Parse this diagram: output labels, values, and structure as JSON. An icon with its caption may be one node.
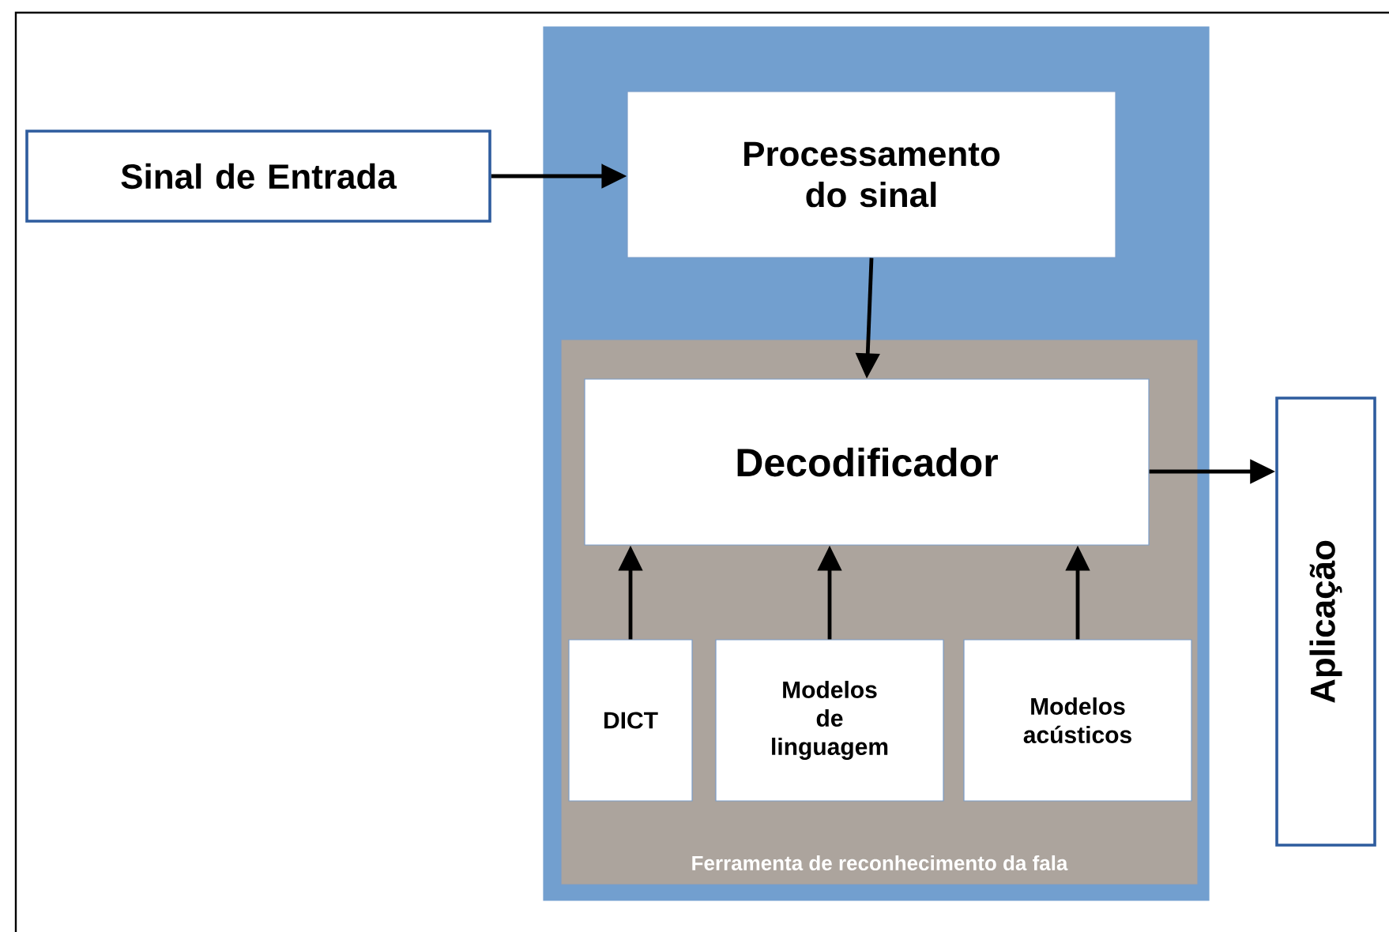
{
  "diagram": {
    "nodes": [
      {
        "text": [
          "Sinal de Entrada"
        ]
      },
      {
        "text": [],
        "shape": "box"
      },
      {
        "text": [
          "Processamento do sinal"
        ],
        "in": 1
      },
      {
        "text": [
          "Ferramenta de reconhecimento da fala"
        ],
        "in": 1
      },
      {
        "text": [
          "Decodificador"
        ],
        "in": 3
      },
      {
        "text": [
          "DICT"
        ],
        "in": 3
      },
      {
        "text": [
          "Modelos de linguagem"
        ],
        "in": 3
      },
      {
        "text": [
          "Modelos acústicos"
        ],
        "in": 3
      },
      {
        "text": [
          "Aplicação"
        ]
      }
    ],
    "edges": [
      {
        "from": 0,
        "to": 2,
        "arrow": "to"
      },
      {
        "from": 2,
        "to": 4,
        "arrow": "to"
      },
      {
        "from": 5,
        "to": 4,
        "arrow": "to"
      },
      {
        "from": 6,
        "to": 4,
        "arrow": "to"
      },
      {
        "from": 7,
        "to": 4,
        "arrow": "to"
      },
      {
        "from": 4,
        "to": 8,
        "arrow": "to"
      }
    ]
  }
}
